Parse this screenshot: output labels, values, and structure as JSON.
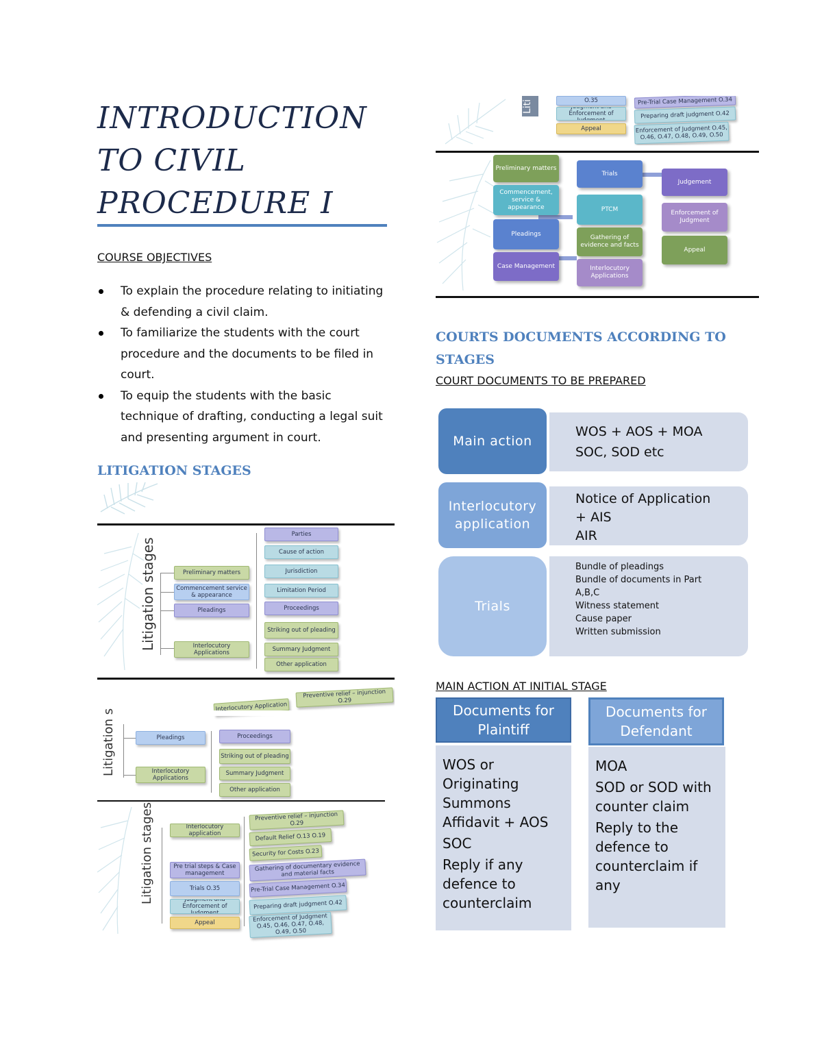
{
  "title": {
    "line1": "INTRODUCTION",
    "line2": "TO CIVIL",
    "line3": "PROCEDURE I"
  },
  "objectives": {
    "heading": "COURSE OBJECTIVES",
    "items": [
      "To explain the procedure relating to initiating & defending a civil claim.",
      "To familiarize the students with the court procedure and the documents to be filed in court.",
      "To equip the students with the basic technique of drafting, conducting a legal suit and presenting argument in court."
    ]
  },
  "litigation": {
    "heading": "LITIGATION STAGES",
    "diagram1": {
      "label": "Litigation stages",
      "left": [
        "Preliminary matters",
        "Commencement service & appearance",
        "Pleadings",
        "Interlocutory Applications"
      ],
      "right": [
        "Parties",
        "Cause of action",
        "Jurisdiction",
        "Limitation Period",
        "Proceedings",
        "Striking out of pleading",
        "Summary Judgment",
        "Other application"
      ]
    },
    "diagram2": {
      "label": "Litigation s",
      "left": [
        "Pleadings",
        "Interlocutory Applications"
      ],
      "right": [
        "Proceedings",
        "Striking out of pleading",
        "Summary Judgment",
        "Other application"
      ],
      "top_left": "Interlocutory Application",
      "top_right": "Preventive relief – injunction O.29"
    },
    "diagram3": {
      "label": "Litigation stages",
      "left": [
        "Interlocutory application",
        "Pre trial steps & Case management",
        "Trials O.35",
        "Judgment and Enforcement of Judgment",
        "Appeal"
      ],
      "right": [
        "Preventive relief – injunction O.29",
        "Default Relief O.13 O.19",
        "Security for Costs O.23",
        "Gathering of documentary evidence and material facts",
        "Pre-Trial Case Management O.34",
        "Preparing draft judgment O.42",
        "Enforcement of Judgment O.45, O.46, O.47, O.48, O.49, O.50"
      ]
    }
  },
  "top_right_fragment": {
    "label": "Liti",
    "left": [
      "O.35",
      "Judgment and Enforcement of Judgment",
      "Appeal"
    ],
    "right": [
      "Pre-Trial Case Management O.34",
      "Preparing draft judgment O.42",
      "Enforcement of Judgment O.45, O.46, O.47, O.48, O.49, O.50"
    ]
  },
  "flow": {
    "col1": [
      "Preliminary matters",
      "Commencement, service & appearance",
      "Pleadings",
      "Case Management"
    ],
    "col2": [
      "Trials",
      "PTCM",
      "Gathering of evidence and facts",
      "Interlocutory Applications"
    ],
    "col3": [
      "Judgement",
      "Enforcement of Judgment",
      "Appeal"
    ]
  },
  "courts_docs": {
    "heading": "COURTS DOCUMENTS ACCORDING TO STAGES",
    "subheading": "COURT DOCUMENTS TO BE PREPARED",
    "rows": [
      {
        "label": "Main action",
        "lines": [
          "WOS + AOS + MOA",
          "SOC, SOD etc"
        ]
      },
      {
        "label": "Interlocutory application",
        "lines": [
          "Notice of Application",
          "+ AIS",
          "AIR"
        ]
      },
      {
        "label": "Trials",
        "lines": [
          "Bundle of pleadings",
          "Bundle of documents in Part A,B,C",
          "Witness statement",
          "Cause paper",
          "Written submission"
        ]
      }
    ]
  },
  "main_action": {
    "heading": "MAIN ACTION AT INITIAL STAGE",
    "plaintiff": {
      "title": "Documents for Plaintiff",
      "items": [
        "WOS or Originating Summons Affidavit + AOS",
        "SOC",
        "Reply if any defence to counterclaim"
      ]
    },
    "defendant": {
      "title": "Documents for Defendant",
      "items": [
        "MOA",
        "SOD or SOD with counter claim",
        "Reply to the defence to counterclaim if any"
      ]
    }
  },
  "colors": {
    "accent": "#4f81bd",
    "cell_bg": "#d5dcea"
  }
}
